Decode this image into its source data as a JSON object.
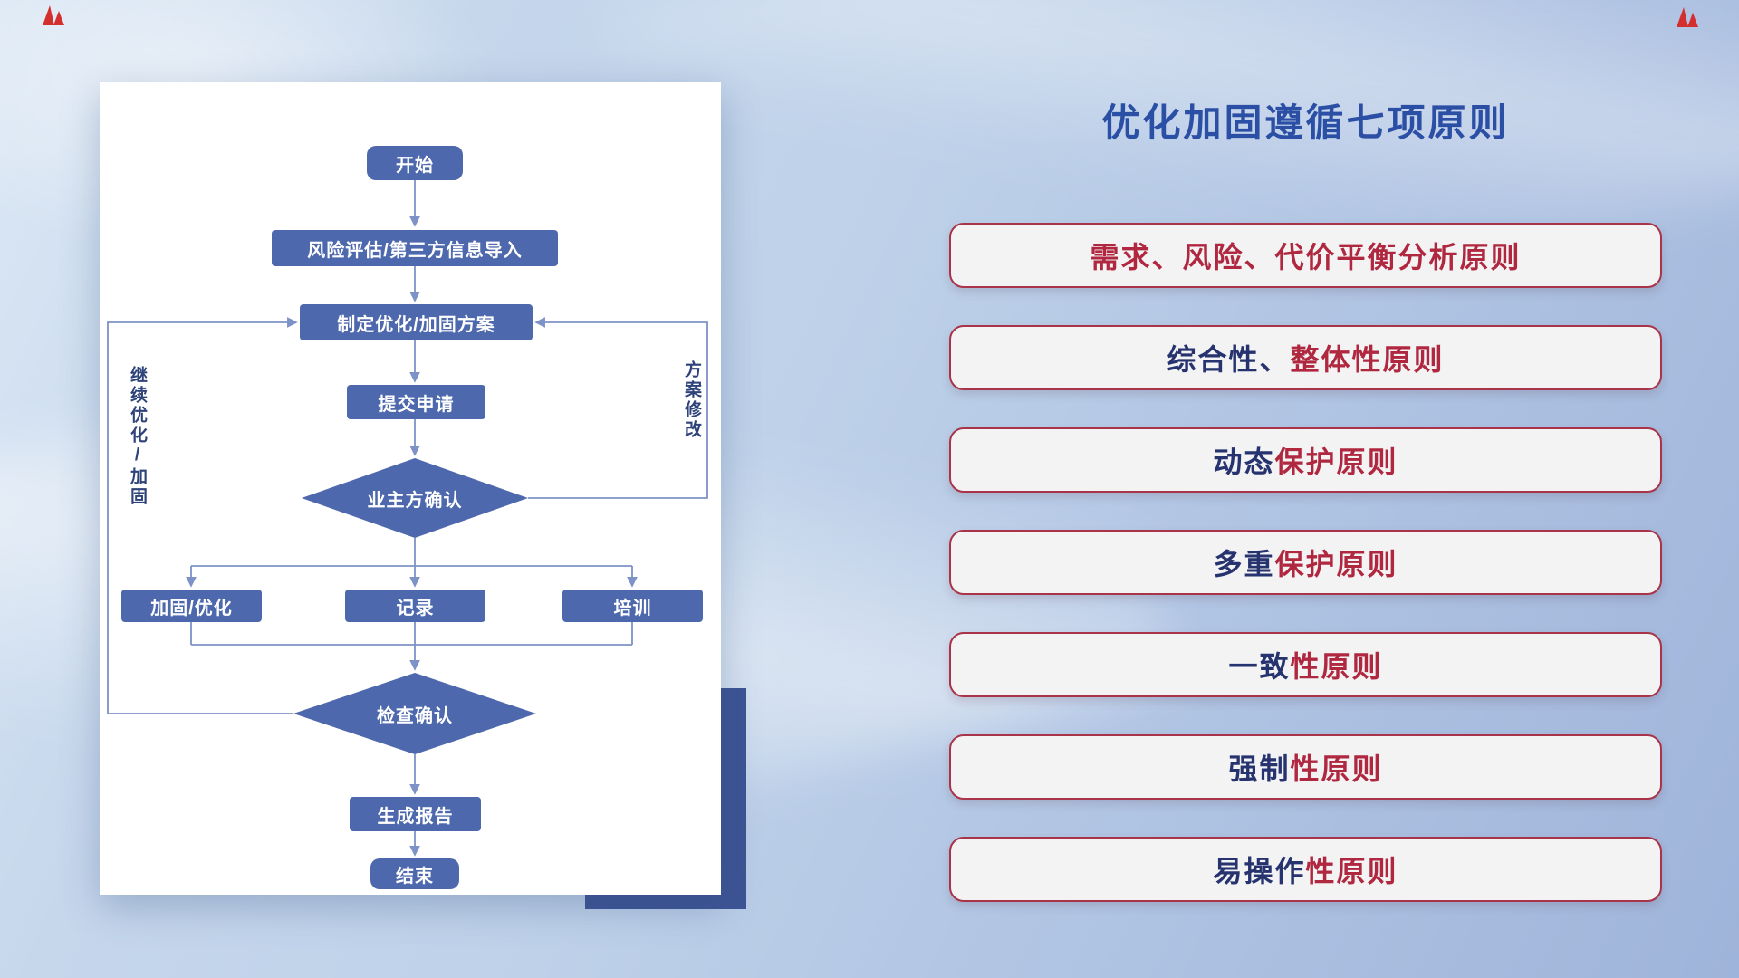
{
  "slide": {
    "title": "优化加固遵循七项原则"
  },
  "flowchart": {
    "nodes": {
      "start": "开始",
      "risk_import": "风险评估/第三方信息导入",
      "make_plan": "制定优化/加固方案",
      "submit": "提交申请",
      "owner_confirm": "业主方确认",
      "reinforce": "加固/优化",
      "record": "记录",
      "training": "培训",
      "check_confirm": "检查确认",
      "report": "生成报告",
      "end": "结束"
    },
    "loop_labels": {
      "left": "继续优化/加固",
      "right": "方案修改"
    }
  },
  "principles": [
    {
      "lead": "",
      "tail": "需求、风险、代价平衡分析原则"
    },
    {
      "lead": "综合性、",
      "tail": "整体性原则"
    },
    {
      "lead": "动态",
      "tail": "保护原则"
    },
    {
      "lead": "多重",
      "tail": "保护原则"
    },
    {
      "lead": "一致",
      "tail": "性原则"
    },
    {
      "lead": "强制",
      "tail": "性原则"
    },
    {
      "lead": "易操作",
      "tail": "性原则"
    }
  ],
  "colors": {
    "title-blue": "#2b4fa5",
    "node-blue": "#4d68ad",
    "connector-blue": "#7d92c7",
    "label-navy": "#2e4379",
    "pill-border": "#a93348",
    "pill-bg": "#f3f3f4",
    "pill-red": "#b02840",
    "pill-navy": "#26336f",
    "accent-block": "#3d5494",
    "mark-red": "#d42f2f"
  }
}
